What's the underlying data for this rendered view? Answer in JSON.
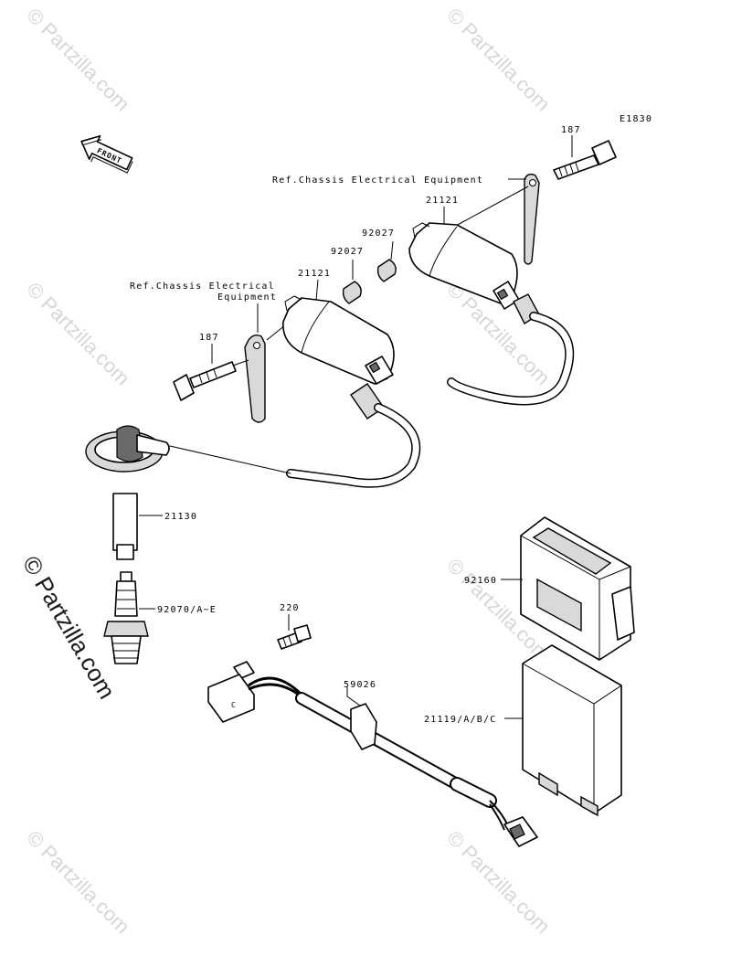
{
  "diagram": {
    "code": "E1830",
    "front_label": "FRONT",
    "watermark_side": "© Partzilla.com",
    "watermark_tile": "© Partzilla.com",
    "labels": {
      "bolt_187_top": "187",
      "ref_chassis_top": "Ref.Chassis Electrical Equipment",
      "coil_21121_right": "21121",
      "collar_92027_right": "92027",
      "collar_92027_left": "92027",
      "coil_21121_left": "21121",
      "ref_chassis_left_line1": "Ref.Chassis Electrical",
      "ref_chassis_left_line2": "Equipment",
      "bolt_187_left": "187",
      "cap_21130": "21130",
      "spark_plug": "92070/A~E",
      "bolt_220": "220",
      "clamp_59026": "59026",
      "case_92160": "92160",
      "igniter_21119": "21119/A/B/C",
      "connector_c": "C"
    }
  }
}
